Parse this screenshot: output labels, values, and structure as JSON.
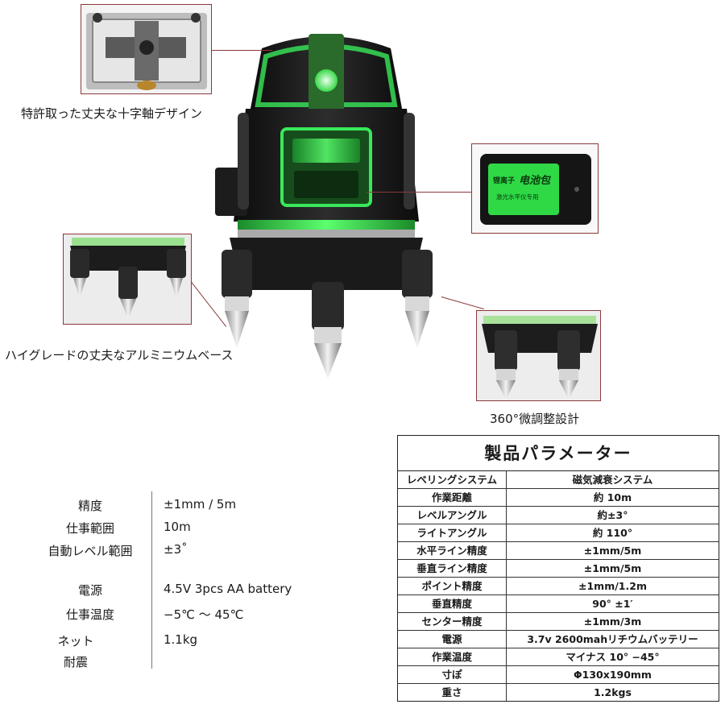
{
  "captions": {
    "crosshair": "特許取った丈夫な十字軸デザイン",
    "base": "ハイグレードの丈夫なアルミニウムベース",
    "rotation": "360°微調整設計"
  },
  "battery_label": {
    "brand": "锂离子",
    "name": "电池包",
    "sub": "激光水平仪专用"
  },
  "specs": [
    {
      "label": "精度",
      "value": "±1mm / 5m"
    },
    {
      "label": "仕事範囲",
      "value": "10m"
    },
    {
      "label": "自動レベル範囲",
      "value": "±3˚"
    },
    {
      "label": "電源",
      "value": "4.5V  3pcs AA battery"
    },
    {
      "label": "仕事温度",
      "value": "−5℃ ～ 45℃"
    },
    {
      "label": "ネット",
      "value": "1.1kg"
    },
    {
      "label": "耐震",
      "value": ""
    }
  ],
  "param_table": {
    "title": "製品パラメーター",
    "rows": [
      {
        "key": "レベリングシステム",
        "value": "磁気減衰システム"
      },
      {
        "key": "作業距離",
        "value": "約 10m"
      },
      {
        "key": "レベルアングル",
        "value": "約±3°"
      },
      {
        "key": "ライトアングル",
        "value": "約 110°"
      },
      {
        "key": "水平ライン精度",
        "value": "±1mm/5m"
      },
      {
        "key": "垂直ライン精度",
        "value": "±1mm/5m"
      },
      {
        "key": "ポイント精度",
        "value": "±1mm/1.2m"
      },
      {
        "key": "垂直精度",
        "value": "90° ±1′"
      },
      {
        "key": "センター精度",
        "value": "±1mm/3m"
      },
      {
        "key": "電源",
        "value": "3.7v 2600mahリチウムバッテリー"
      },
      {
        "key": "作業温度",
        "value": "マイナス 10° −45°"
      },
      {
        "key": "寸ぽ",
        "value": "Φ130x190mm"
      },
      {
        "key": "重さ",
        "value": "1.2kgs"
      }
    ]
  },
  "colors": {
    "accent_green": "#39e85a",
    "device_black": "#1c1c1c",
    "frame_red": "#8b3a3a"
  }
}
